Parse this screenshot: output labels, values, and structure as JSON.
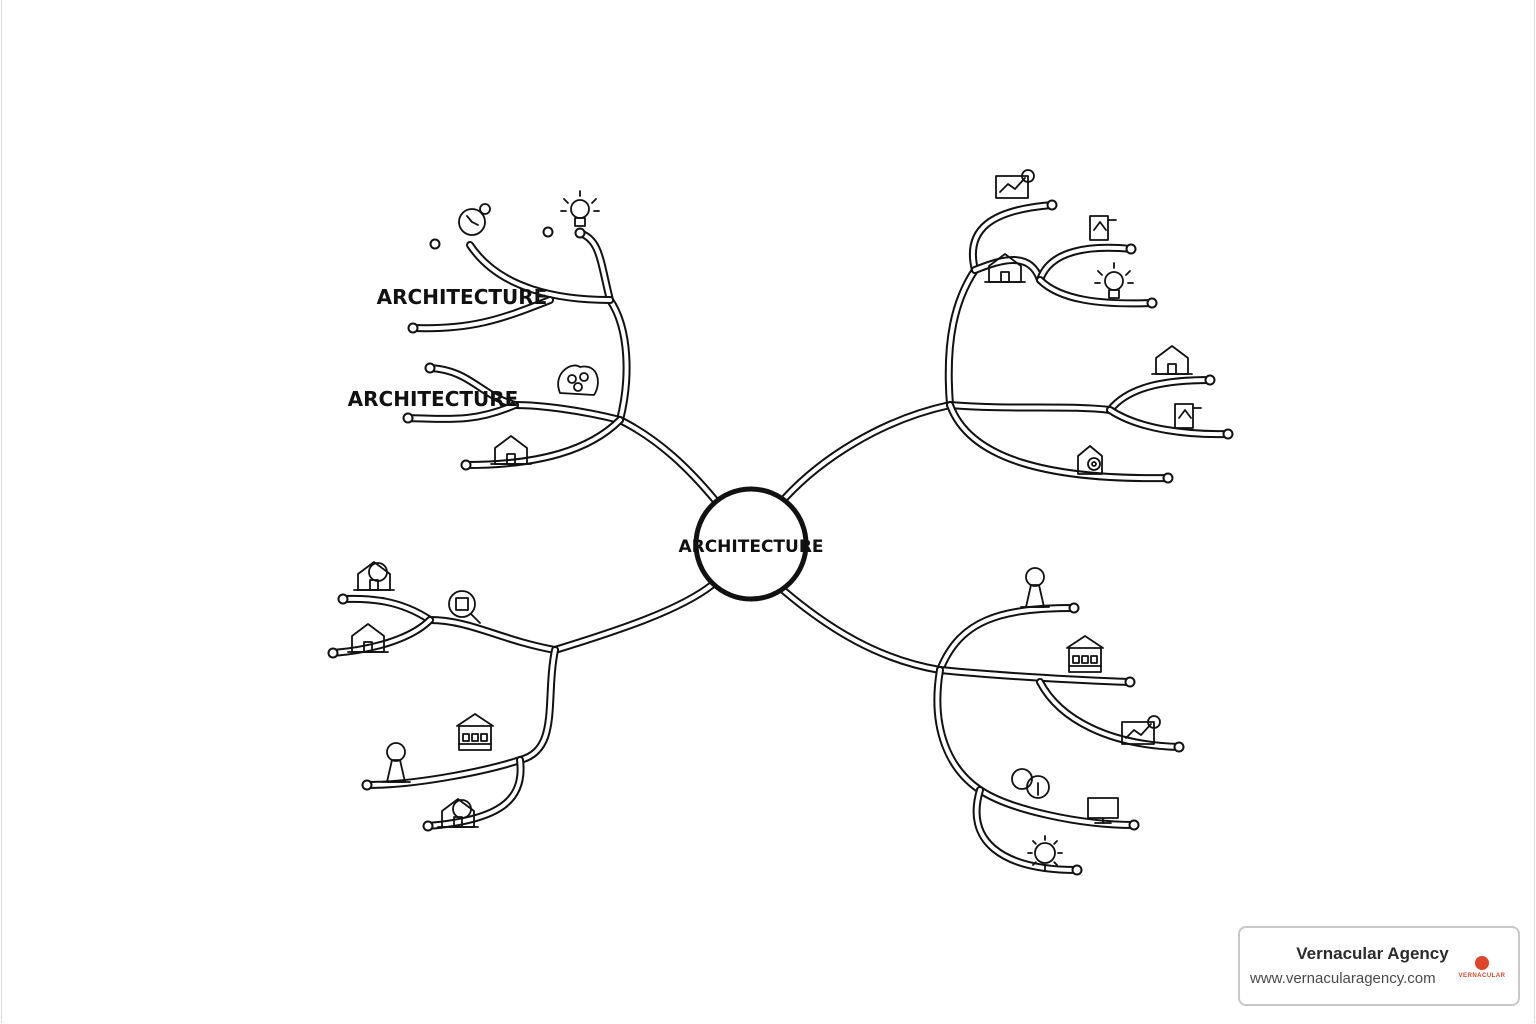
{
  "diagram": {
    "center_label": "ARCHITECTURE",
    "branch_labels": [
      "ARCHITECTURE",
      "ARCHITECTURE"
    ],
    "stroke_color": "#111111",
    "background": "#ffffff",
    "icons": [
      "clock-icon",
      "lightbulb-icon",
      "team-cluster-icon",
      "house-icon",
      "chart-icon",
      "blueprint-icon",
      "barn-house-icon",
      "lightbulb-icon",
      "house-icon",
      "drafting-tool-icon",
      "gear-house-icon",
      "house-tag-icon",
      "magnifier-icon",
      "house-icon",
      "keyhole-icon",
      "storefront-icon",
      "cottage-icon",
      "tower-icon",
      "building-icon",
      "growth-chart-icon",
      "tree-icon",
      "monitor-icon",
      "sun-icon"
    ]
  },
  "credit": {
    "name": "Vernacular Agency",
    "url": "www.vernacularagency.com",
    "logo_text": "VERNACULAR",
    "accent_color": "#e0452c"
  }
}
